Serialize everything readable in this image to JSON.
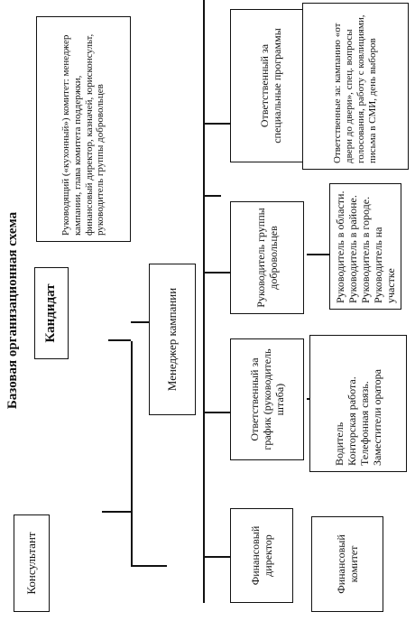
{
  "title": "Базовая организационная схема",
  "nodes": {
    "candidate": "Кандидат",
    "consultant": "Консультант",
    "steering_committee": "Руководящий («кухонный») комитет: менеджер кампании, глава комитета поддержки, финансовый директор, казначей, юрисконсульт, руководитель группы добровольцев",
    "campaign_manager": "Менеджер кампании",
    "finance_director": "Финансовый директор",
    "finance_committee": "Финансовый комитет",
    "schedule_head": "Ответственный за график (руководитель штаба)",
    "schedule_staff": [
      "Водитель",
      "Конторская работа.",
      "Телефонная связь.",
      "Заместители оратора"
    ],
    "volunteer_head": "Руководитель группы добровольцев",
    "volunteer_staff": [
      "Руководитель в области.",
      "Руководитель в районе.",
      "Руководитель в городе.",
      "Руководитель на участке"
    ],
    "special_programs_head": "Ответственный за специальные программы",
    "special_programs_staff": "Ответственные за: кампанию «от двери до двери», спец. вопросы голосования, работу с ковлициями, письма в СМИ, день выборов"
  }
}
